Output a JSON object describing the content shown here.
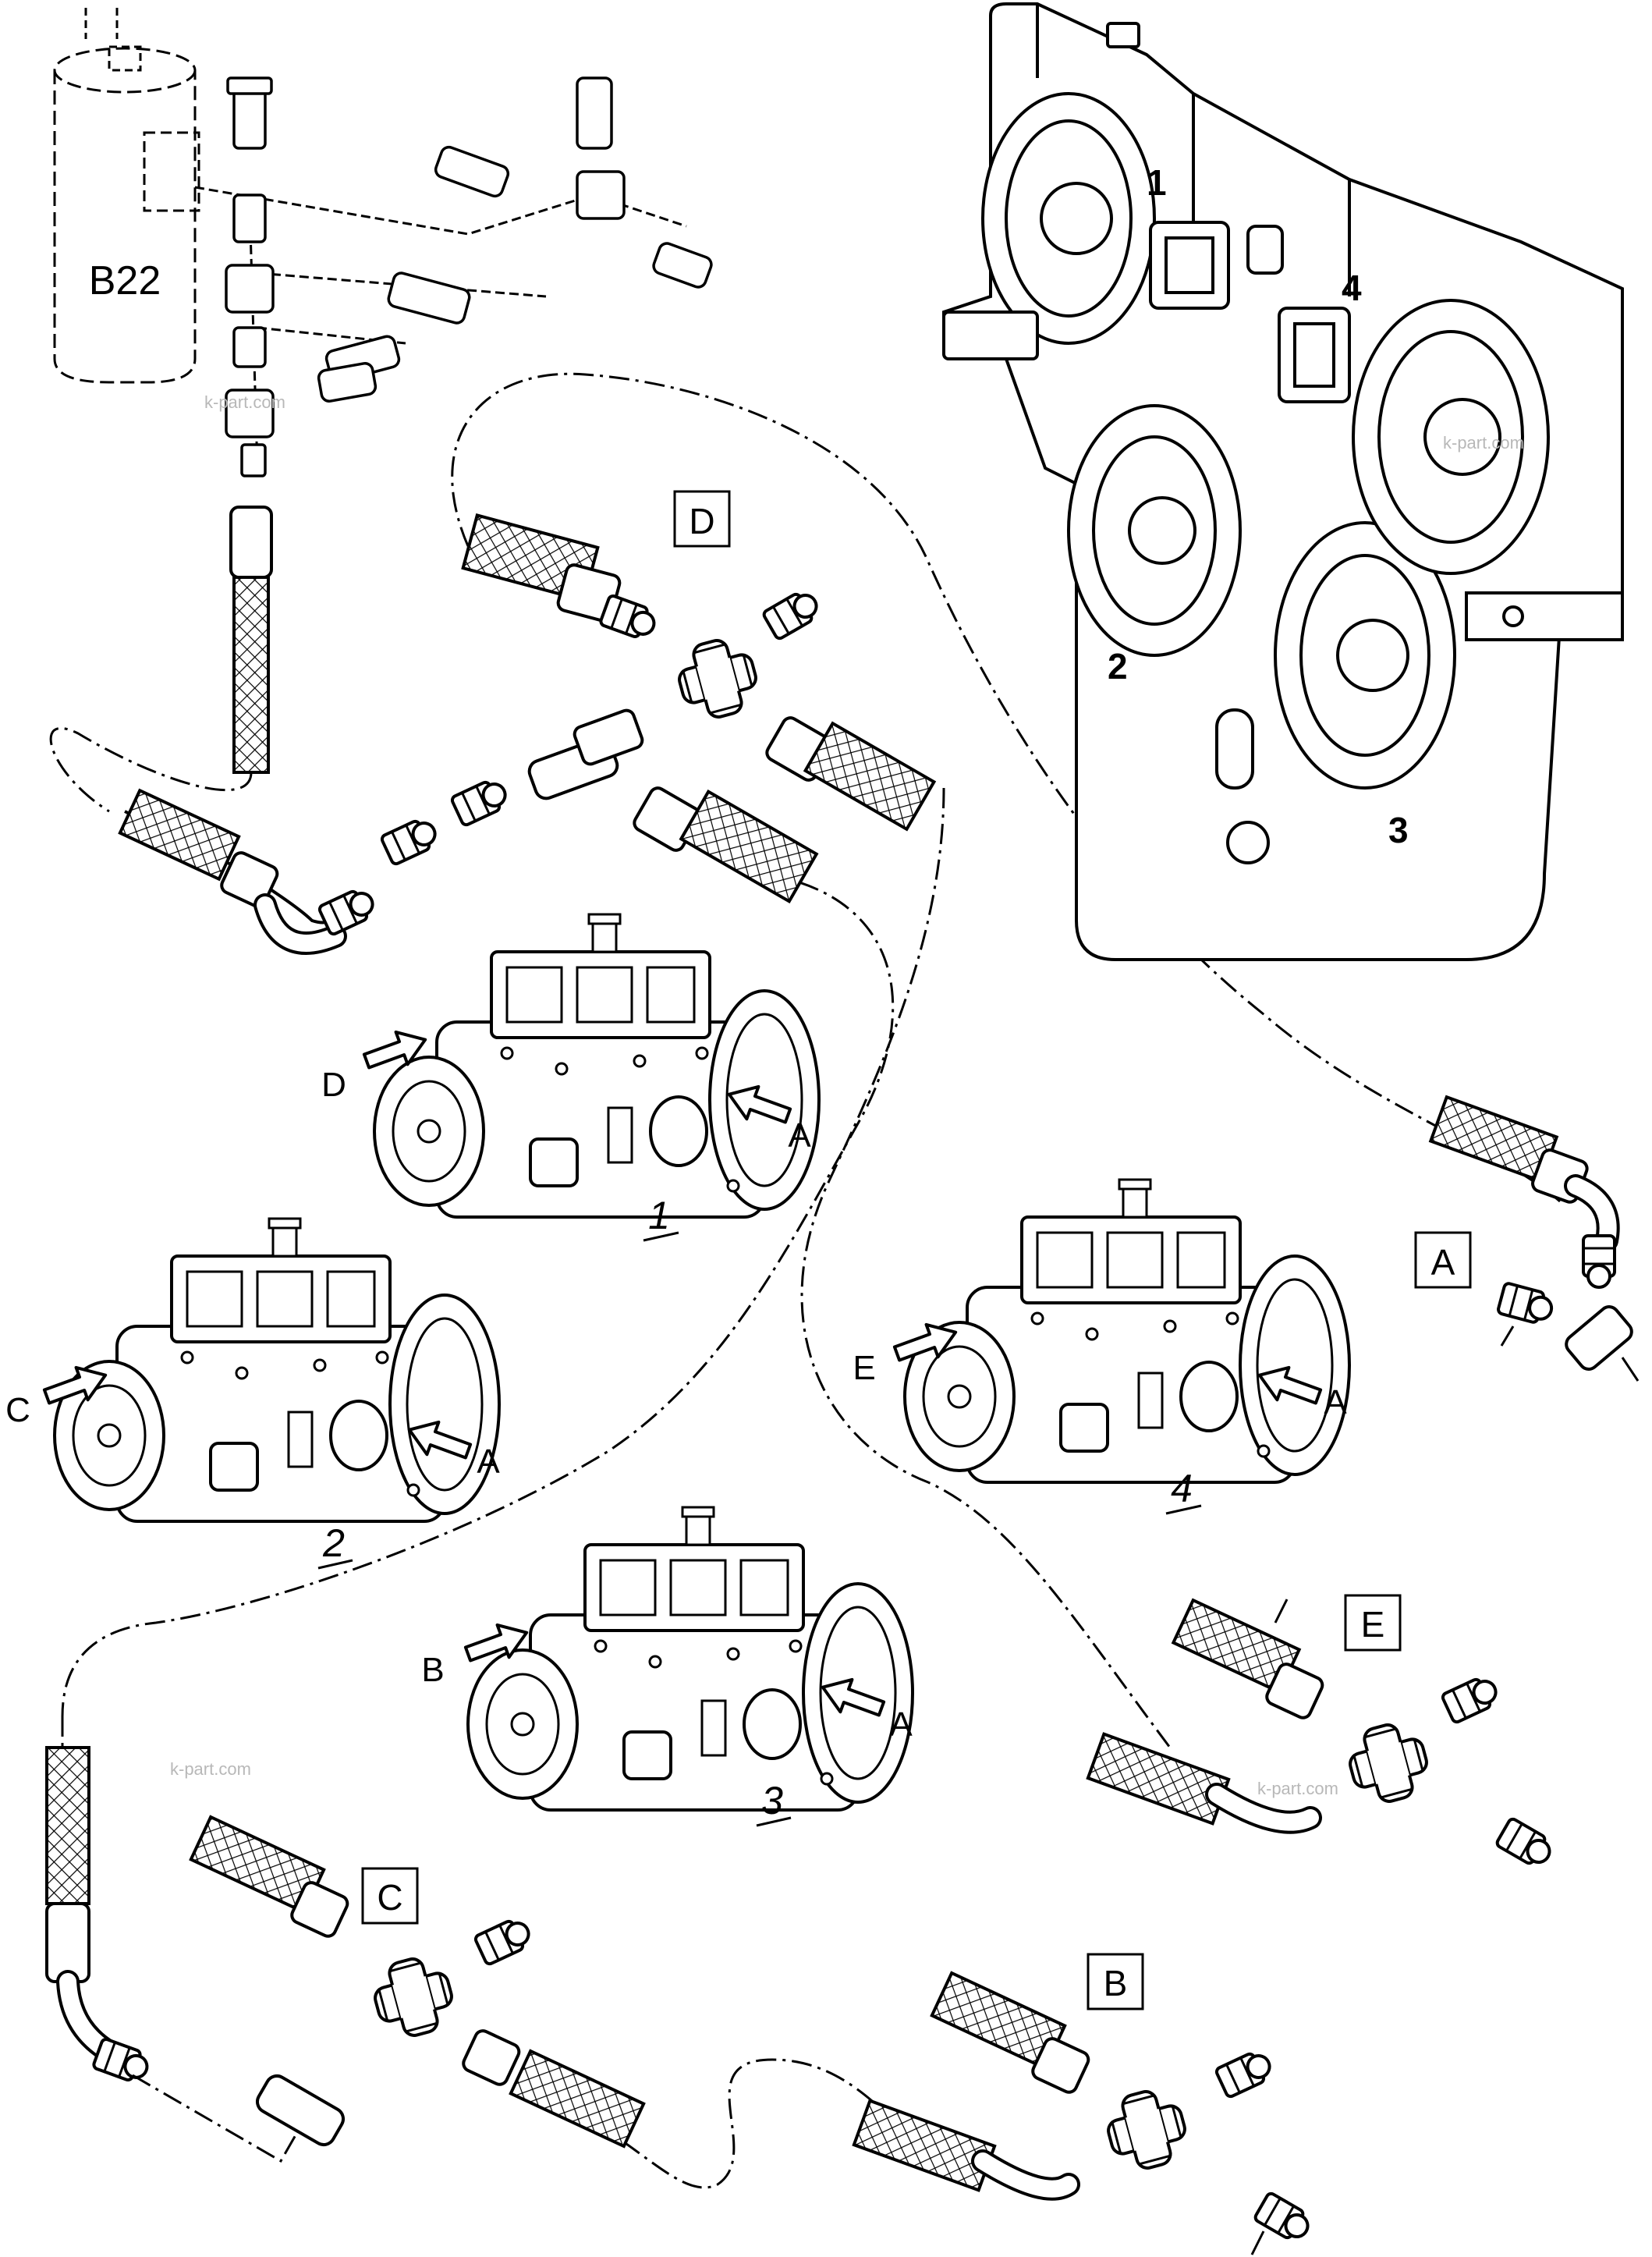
{
  "filter": {
    "label": "B22"
  },
  "gearbox": {
    "port_numbers": [
      "1",
      "2",
      "3",
      "4"
    ]
  },
  "pumps": [
    {
      "number": "1",
      "arrow_labels": [
        "D",
        "A"
      ]
    },
    {
      "number": "2",
      "arrow_labels": [
        "C",
        "A"
      ]
    },
    {
      "number": "3",
      "arrow_labels": [
        "B",
        "A"
      ]
    },
    {
      "number": "4",
      "arrow_labels": [
        "E",
        "A"
      ]
    }
  ],
  "detail_boxes": [
    "D",
    "A",
    "E",
    "C",
    "B"
  ],
  "watermark": "k-part.com"
}
